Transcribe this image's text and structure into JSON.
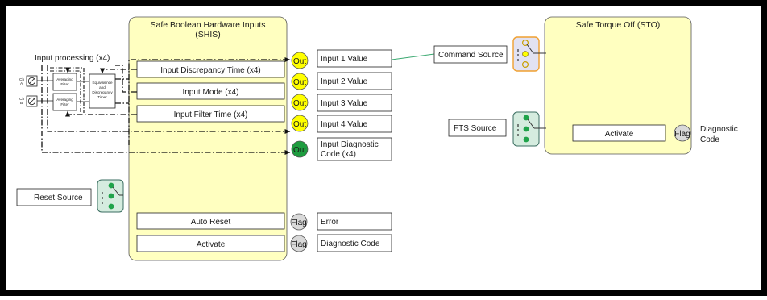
{
  "shis": {
    "title": "Safe Boolean Hardware Inputs",
    "subtitle": "(SHIS)",
    "params": [
      "Input Discrepancy Time (x4)",
      "Input Mode (x4)",
      "Input Filter Time (x4)"
    ],
    "auto_reset": "Auto Reset",
    "activate": "Activate",
    "out_label": "Out",
    "flag_label": "Flag",
    "outputs": [
      "Input 1 Value",
      "Input 2 Value",
      "Input 3 Value",
      "Input 4 Value"
    ],
    "diag_output": [
      "Input Diagnostic",
      "Code (x4)"
    ],
    "error": "Error",
    "diagnostic_code": "Diagnostic Code",
    "reset_source": "Reset Source"
  },
  "input_processing": {
    "title": "Input processing (x4)",
    "ch_a": [
      "Ch",
      "A"
    ],
    "ch_b": [
      "Ch",
      "B"
    ],
    "filter": [
      "Averaging",
      "Filter"
    ],
    "equivalence": [
      "Equivalence",
      "and",
      "Discrepancy",
      "Timer"
    ]
  },
  "sto": {
    "title": "Safe Torque Off (STO)",
    "command_source": "Command Source",
    "fts_source": "FTS Source",
    "activate": "Activate",
    "flag_label": "Flag",
    "diagnostic_code": [
      "Diagnostic",
      "Code"
    ]
  },
  "colors": {
    "block_fill": "#ffffc0",
    "out_yellow": "#ffff00",
    "out_green": "#1e9c3f",
    "flag_grey": "#d9d9d9",
    "source_teal": "#d5ecdf",
    "command_source_fill": "#e2e2f2",
    "command_source_border": "#f0a030",
    "link_green": "#3aa870"
  }
}
